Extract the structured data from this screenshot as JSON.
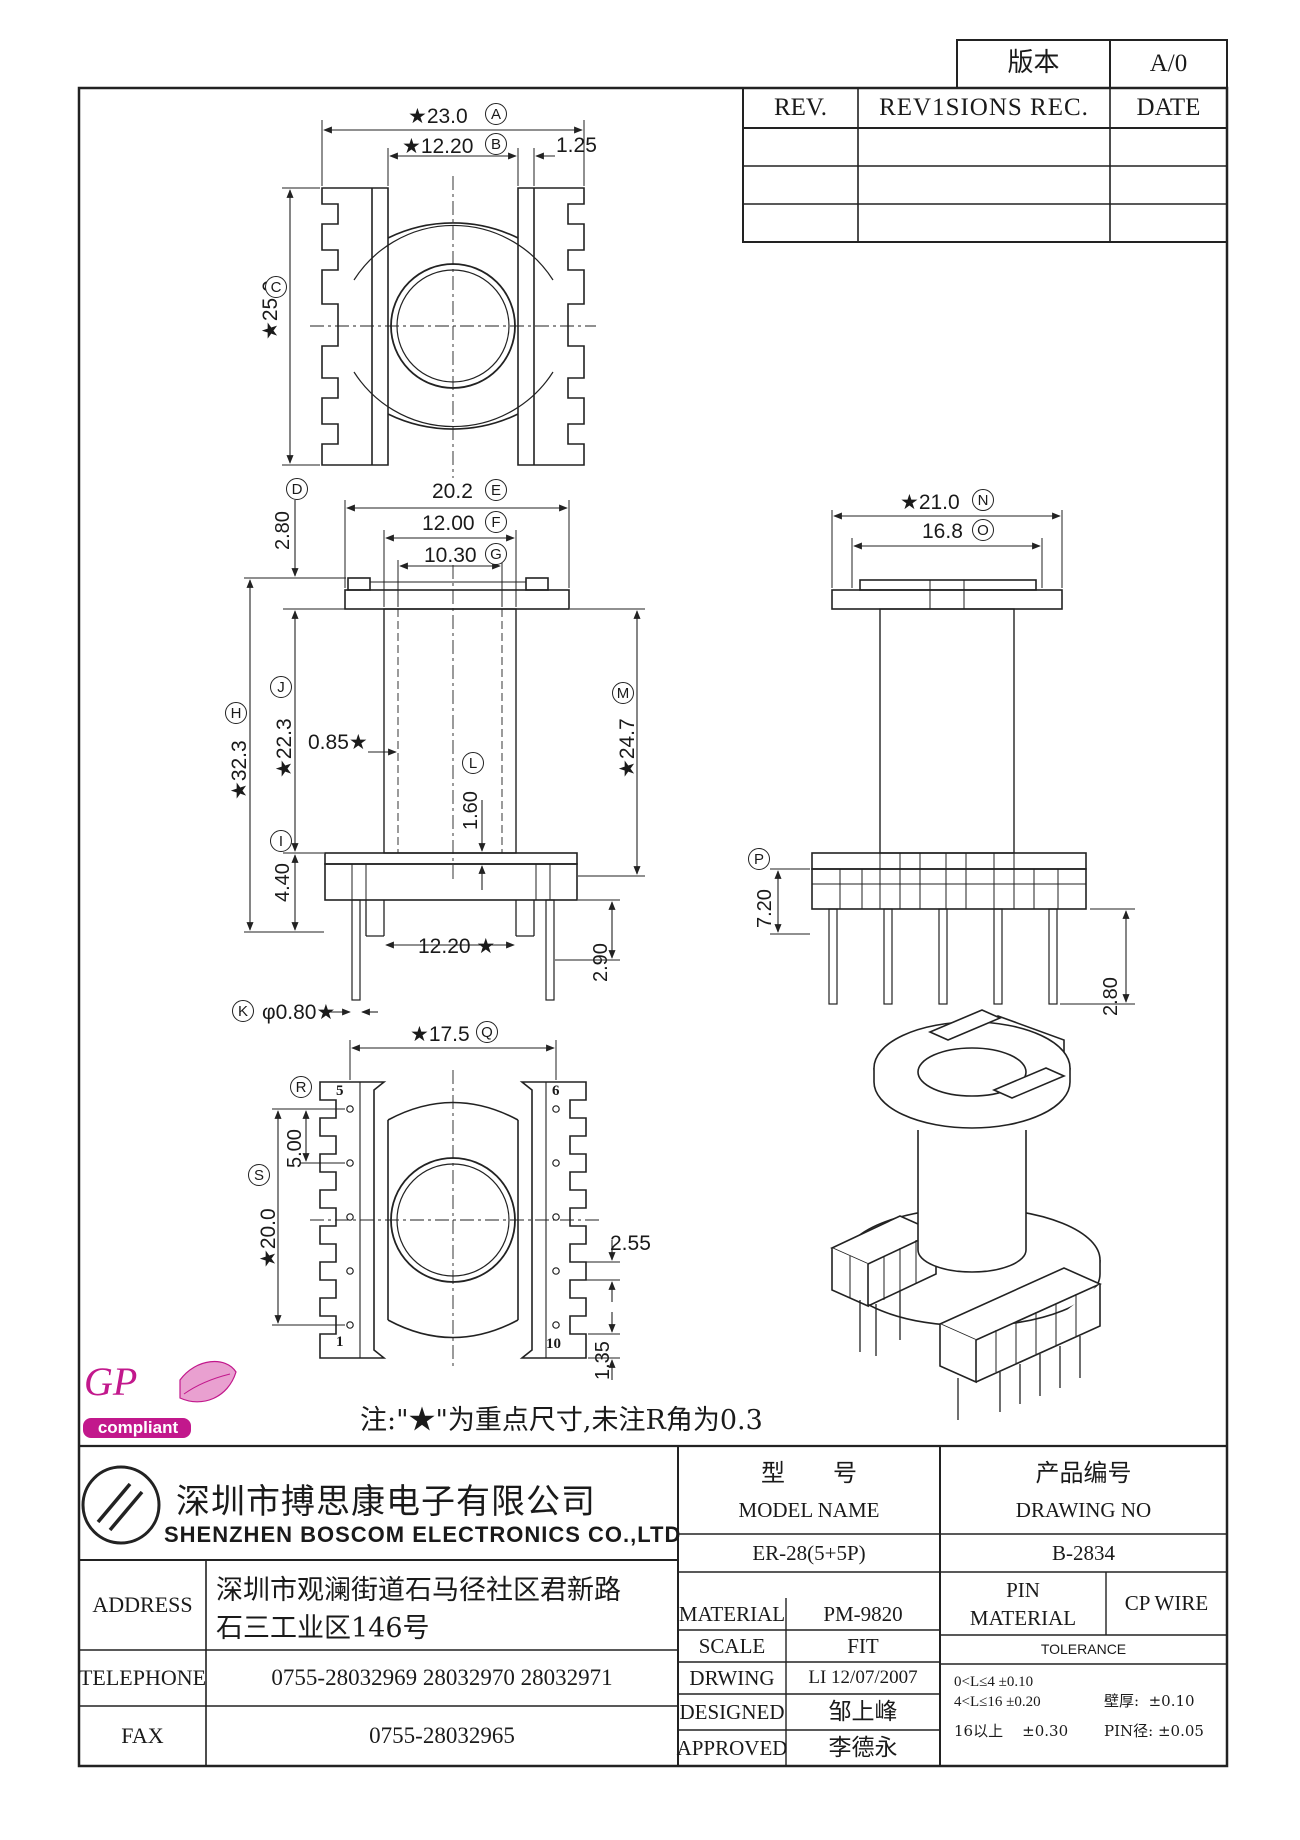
{
  "version_label": "版本",
  "version_value": "A/0",
  "revision_table": {
    "headers": [
      "REV.",
      "REV1SIONS REC.",
      "DATE"
    ]
  },
  "top_view": {
    "dims": {
      "A": "★23.0",
      "B": "★12.20",
      "pin_offset": "1.25",
      "C": "★25.0"
    },
    "letters": [
      "A",
      "B",
      "C"
    ]
  },
  "front_view": {
    "dims": {
      "E": "20.2",
      "F": "12.00",
      "G": "10.30",
      "D": "2.80",
      "J": "★22.3",
      "H": "★32.3",
      "wall": "0.85★",
      "L": "1.60",
      "M": "★24.7",
      "I": "4.40",
      "pin_spacing": "12.20 ★",
      "pin_drop": "2.90",
      "K": "φ0.80★"
    },
    "letters": [
      "D",
      "E",
      "F",
      "G",
      "H",
      "J",
      "L",
      "M",
      "I",
      "K"
    ]
  },
  "side_view": {
    "dims": {
      "N": "★21.0",
      "O": "16.8",
      "P": "7.20",
      "pin_len": "2.80"
    },
    "letters": [
      "N",
      "O",
      "P"
    ]
  },
  "bottom_view": {
    "dims": {
      "Q": "★17.5",
      "R_pitch": "5.00",
      "S": "★20.0",
      "slot": "2.55",
      "edge": "1.35"
    },
    "letters": [
      "Q",
      "R",
      "S"
    ],
    "pin_numbers": [
      "5",
      "6",
      "1",
      "10"
    ]
  },
  "note": "注:\"★\"为重点尺寸,未注R角为0.3",
  "gp_logo": {
    "text": "GP",
    "sub": "compliant",
    "color": "#c2188c"
  },
  "company": {
    "name_cn": "深圳市搏思康电子有限公司",
    "name_en": "SHENZHEN BOSCOM ELECTRONICS CO.,LTD"
  },
  "info": {
    "address_label": "ADDRESS",
    "address_line1": "深圳市观澜街道石马径社区君新路",
    "address_line2": "石三工业区146号",
    "telephone_label": "TELEPHONE",
    "telephone_value": "0755-28032969 28032970 28032971",
    "fax_label": "FAX",
    "fax_value": "0755-28032965"
  },
  "title_block": {
    "model_label_cn": "型　　号",
    "model_label_en": "MODEL NAME",
    "drawing_label_cn": "产品编号",
    "drawing_label_en": "DRAWING NO",
    "model_value": "ER-28(5+5P)",
    "drawing_value": "B-2834",
    "material_label": "MATERIAL",
    "material_value": "PM-9820",
    "scale_label": "SCALE",
    "scale_value": "FIT",
    "drwing_label": "DRWING",
    "drwing_value": "LI 12/07/2007",
    "designed_label": "DESIGNED",
    "designed_value": "邹上峰",
    "approved_label": "APPROVED",
    "approved_value": "李德永",
    "pin_material_label_1": "PIN",
    "pin_material_label_2": "MATERIAL",
    "pin_material_value": "CP WIRE",
    "tolerance_label": "TOLERANCE",
    "tol_1": "0<L≤4  ±0.10",
    "tol_2": "4<L≤16 ±0.20",
    "tol_3": "16以上    ±0.30",
    "tol_wall": "壁厚:  ±0.10",
    "tol_pin": "PIN径: ±0.05"
  }
}
